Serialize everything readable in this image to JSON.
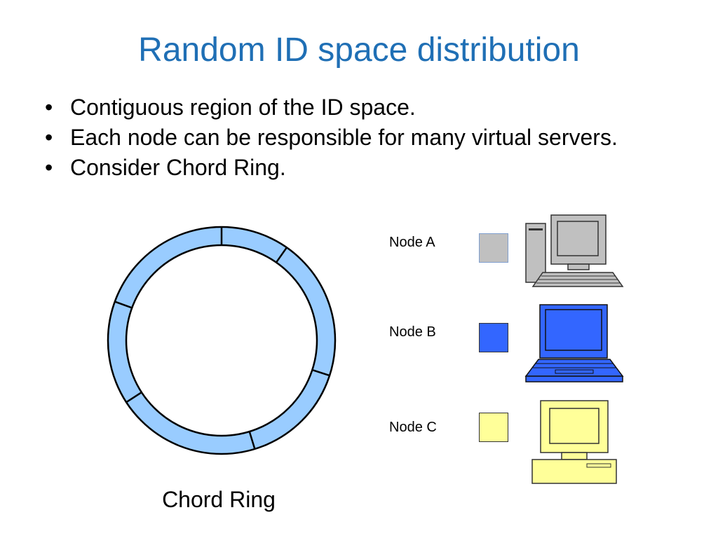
{
  "slide": {
    "title": "Random ID space distribution",
    "bullets": [
      "Contiguous region of the ID space.",
      "Each node can be responsible for many virtual servers.",
      "Consider Chord Ring."
    ]
  },
  "ring": {
    "caption": "Chord Ring",
    "fill_color": "#99ccff",
    "segment_divider_angles_deg": [
      0,
      35,
      108,
      163,
      237,
      290
    ]
  },
  "nodes": [
    {
      "label": "Node A",
      "color": "#c0c0c0",
      "icon": "desktop-tower-computer-icon"
    },
    {
      "label": "Node B",
      "color": "#3366ff",
      "icon": "laptop-computer-icon"
    },
    {
      "label": "Node C",
      "color": "#ffff99",
      "icon": "desktop-computer-icon"
    }
  ]
}
